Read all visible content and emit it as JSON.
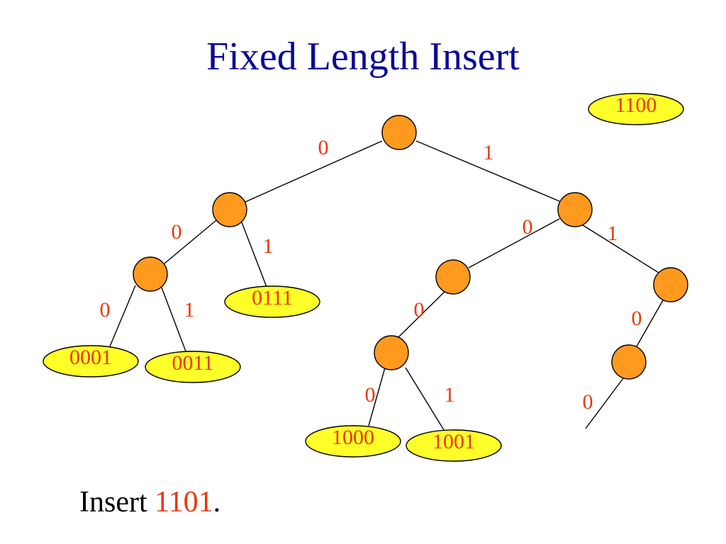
{
  "slide": {
    "title": "Fixed Length Insert",
    "caption": {
      "prefix": "Insert ",
      "key": "1101",
      "suffix": "."
    }
  },
  "tree": {
    "nodes": [
      {
        "id": "root"
      },
      {
        "id": "n0"
      },
      {
        "id": "n1"
      },
      {
        "id": "n00"
      },
      {
        "id": "n10"
      },
      {
        "id": "n11"
      },
      {
        "id": "n100"
      },
      {
        "id": "n110"
      }
    ],
    "leaves": [
      {
        "id": "leaf-0001",
        "label": "0001"
      },
      {
        "id": "leaf-0011",
        "label": "0011"
      },
      {
        "id": "leaf-0111",
        "label": "0111"
      },
      {
        "id": "leaf-1000",
        "label": "1000"
      },
      {
        "id": "leaf-1001",
        "label": "1001"
      },
      {
        "id": "leaf-1100",
        "label": "1100"
      }
    ],
    "edges": [
      {
        "from": "root",
        "to": "n0",
        "label": "0"
      },
      {
        "from": "root",
        "to": "n1",
        "label": "1"
      },
      {
        "from": "n0",
        "to": "n00",
        "label": "0"
      },
      {
        "from": "n0",
        "to": "leaf-0111",
        "label": "1"
      },
      {
        "from": "n00",
        "to": "leaf-0001",
        "label": "0"
      },
      {
        "from": "n00",
        "to": "leaf-0011",
        "label": "1"
      },
      {
        "from": "n1",
        "to": "n10",
        "label": "0"
      },
      {
        "from": "n1",
        "to": "n11",
        "label": "1"
      },
      {
        "from": "n10",
        "to": "n100",
        "label": "0"
      },
      {
        "from": "n100",
        "to": "leaf-1000",
        "label": "0"
      },
      {
        "from": "n100",
        "to": "leaf-1001",
        "label": "1"
      },
      {
        "from": "n11",
        "to": "n110",
        "label": "0"
      },
      {
        "from": "n110",
        "to": "open-end",
        "label": "0"
      }
    ]
  },
  "colors": {
    "title": "#0a0a96",
    "node_fill": "#ff9a1e",
    "node_stroke": "#000000",
    "leaf_fill": "#ffff2a",
    "label_text": "#e8380d",
    "edge": "#000000"
  }
}
